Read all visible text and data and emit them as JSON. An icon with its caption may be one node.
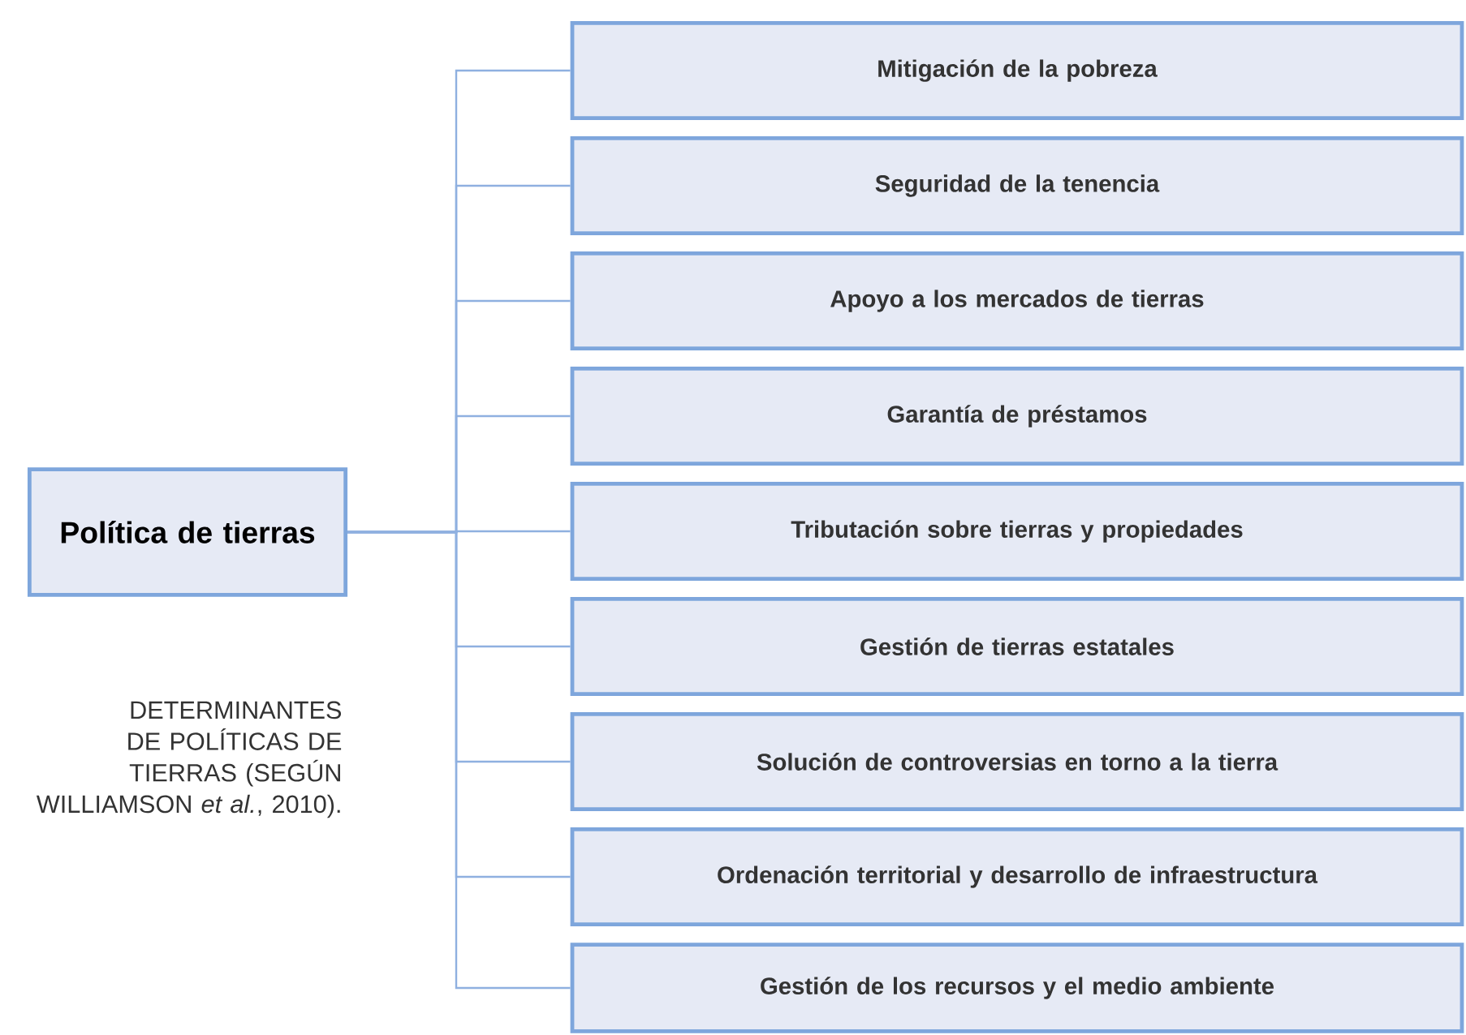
{
  "diagram": {
    "caption": "DETERMINANTES DE POLÍTICAS DE TIERRAS (SEGÚN WILLIAMSON *et al.*, 2010).",
    "nodes": [
      {
        "text": [
          "Política de tierras"
        ]
      },
      {
        "text": [
          "Mitigación de la pobreza"
        ]
      },
      {
        "text": [
          "Seguridad de la tenencia"
        ]
      },
      {
        "text": [
          "Apoyo a los mercados de tierras"
        ]
      },
      {
        "text": [
          "Garantía de préstamos"
        ]
      },
      {
        "text": [
          "Tributación sobre tierras y propiedades"
        ]
      },
      {
        "text": [
          "Gestión de tierras estatales"
        ]
      },
      {
        "text": [
          "Solución de controversias en torno a la tierra"
        ]
      },
      {
        "text": [
          "Ordenación territorial y desarrollo de infraestructura"
        ]
      },
      {
        "text": [
          "Gestión de los recursos y el medio ambiente"
        ]
      }
    ],
    "edges": [
      {
        "from": 0,
        "to": 1,
        "arrow": "none"
      },
      {
        "from": 0,
        "to": 2,
        "arrow": "none"
      },
      {
        "from": 0,
        "to": 3,
        "arrow": "none"
      },
      {
        "from": 0,
        "to": 4,
        "arrow": "none"
      },
      {
        "from": 0,
        "to": 5,
        "arrow": "none"
      },
      {
        "from": 0,
        "to": 6,
        "arrow": "none"
      },
      {
        "from": 0,
        "to": 7,
        "arrow": "none"
      },
      {
        "from": 0,
        "to": 8,
        "arrow": "none"
      },
      {
        "from": 0,
        "to": 9,
        "arrow": "none"
      }
    ]
  }
}
